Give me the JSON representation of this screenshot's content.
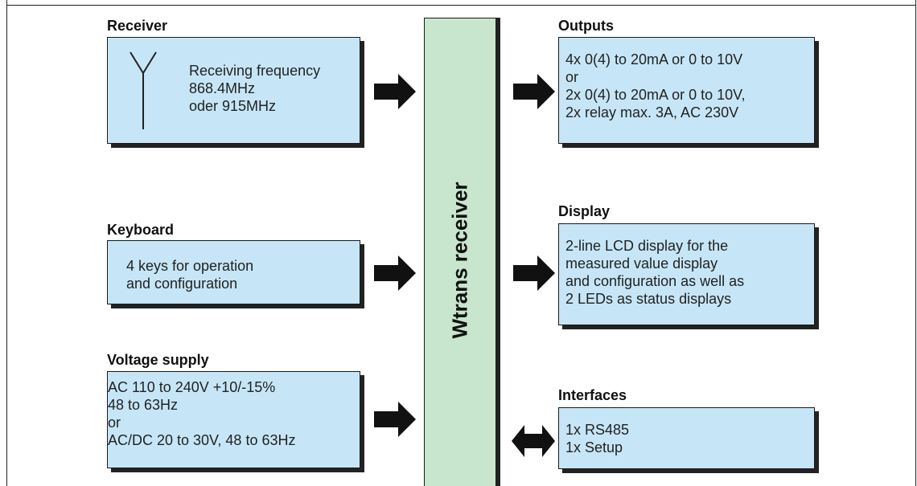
{
  "diagram": {
    "center_label": "Wtrans receiver",
    "receiver": {
      "heading": "Receiver",
      "lines": [
        "Receiving frequency",
        "868.4MHz",
        "oder 915MHz"
      ]
    },
    "keyboard": {
      "heading": "Keyboard",
      "lines": [
        "4 keys for operation",
        "and configuration"
      ]
    },
    "voltage_supply": {
      "heading": "Voltage supply",
      "lines": [
        "AC 110 to 240V +10/-15%",
        "48 to 63Hz",
        "or",
        "AC/DC 20 to 30V, 48 to 63Hz"
      ]
    },
    "outputs": {
      "heading": "Outputs",
      "lines": [
        "4x 0(4) to 20mA or 0 to 10V",
        "or",
        "2x 0(4) to 20mA or 0 to 10V,",
        "2x relay max. 3A, AC 230V"
      ]
    },
    "display": {
      "heading": "Display",
      "lines": [
        "2-line LCD display for the",
        "measured value display",
        "and configuration as well as",
        "2 LEDs as status displays"
      ]
    },
    "interfaces": {
      "heading": "Interfaces",
      "lines": [
        "1x RS485",
        "1x Setup"
      ]
    }
  },
  "colors": {
    "box_fill": "#c6e6f7",
    "center_fill": "#c7e6cd",
    "outline": "#1a1a1a"
  }
}
